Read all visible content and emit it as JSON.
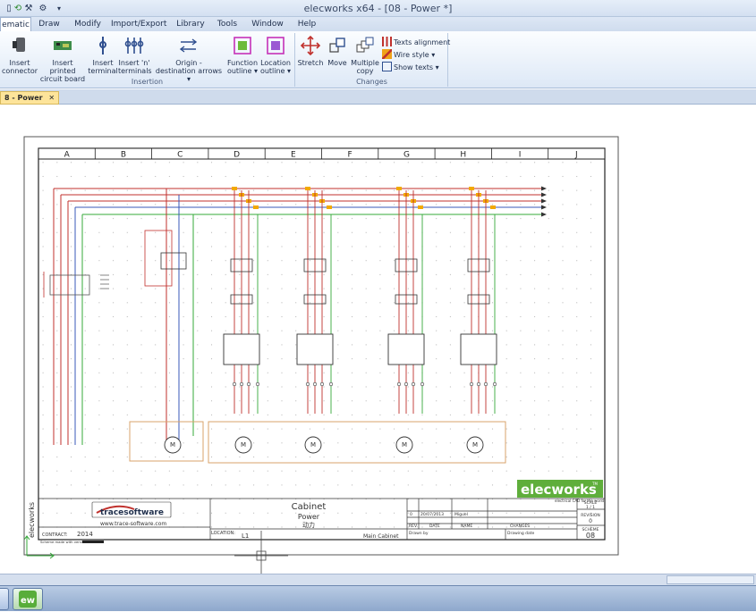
{
  "window": {
    "title": "elecworks x64 - [08 - Power *]"
  },
  "tabs": [
    {
      "label": "ematic",
      "active": true
    },
    {
      "label": "Draw"
    },
    {
      "label": "Modify"
    },
    {
      "label": "Import/Export"
    },
    {
      "label": "Library"
    },
    {
      "label": "Tools"
    },
    {
      "label": "Window"
    },
    {
      "label": "Help"
    }
  ],
  "ribbon": {
    "insertion": {
      "label": "Insertion",
      "buttons": [
        {
          "l1": "Insert",
          "l2": "connector"
        },
        {
          "l1": "Insert printed",
          "l2": "circuit board"
        },
        {
          "l1": "Insert",
          "l2": "terminal"
        },
        {
          "l1": "Insert 'n'",
          "l2": "terminals"
        },
        {
          "l1": "Origin -",
          "l2": "destination arrows ▾"
        },
        {
          "l1": "Function",
          "l2": "outline ▾"
        },
        {
          "l1": "Location",
          "l2": "outline ▾"
        }
      ]
    },
    "changes": {
      "label": "Changes",
      "buttons": [
        {
          "l1": "Stretch",
          "l2": ""
        },
        {
          "l1": "Move",
          "l2": ""
        },
        {
          "l1": "Multiple",
          "l2": "copy"
        }
      ],
      "small": [
        "Texts alignment",
        "Wire style ▾",
        "Show texts ▾"
      ]
    }
  },
  "doc_tab": {
    "label": "8 - Power",
    "close": "✕"
  },
  "sheet": {
    "columns": [
      "A",
      "B",
      "C",
      "D",
      "E",
      "F",
      "G",
      "H",
      "I",
      "J"
    ],
    "title_block": {
      "company": "tracesoftware",
      "website": "www.trace-software.com",
      "contract_label": "CONTRACT:",
      "contract_value": "2014",
      "location_label": "LOCATION:",
      "location_value": "L1",
      "title1": "Cabinet",
      "title2": "Power",
      "title3": "动力",
      "main": "Main Cabinet",
      "revision_date": "20/07/2013",
      "revision_name": "Miguel",
      "rev_zero": "0",
      "rev_h": "REV.",
      "date_h": "DATE",
      "name_h": "NAME",
      "changes_h": "CHANGES",
      "drawn_by": "Drawn by",
      "drawing_date": "Drawing date",
      "scale_label": "SCALE",
      "scale_value": "1 / 1",
      "revision_label": "REVISION",
      "revision_value": "0",
      "scheme_label": "SCHEME",
      "scheme_value": "08",
      "brand": "elecworks",
      "brand_tm": "TM",
      "brand_sub": "electrical CAD for the world",
      "side_brand": "elecworks",
      "small_note": "Scheme made with version"
    },
    "motor_symbol": "M",
    "motor_count": 5
  },
  "colors": {
    "accent": "#1f3f77",
    "wire_red": "#c0312d",
    "wire_green": "#35a83a",
    "wire_blue": "#3a58b8",
    "terminal": "#f2a900"
  }
}
